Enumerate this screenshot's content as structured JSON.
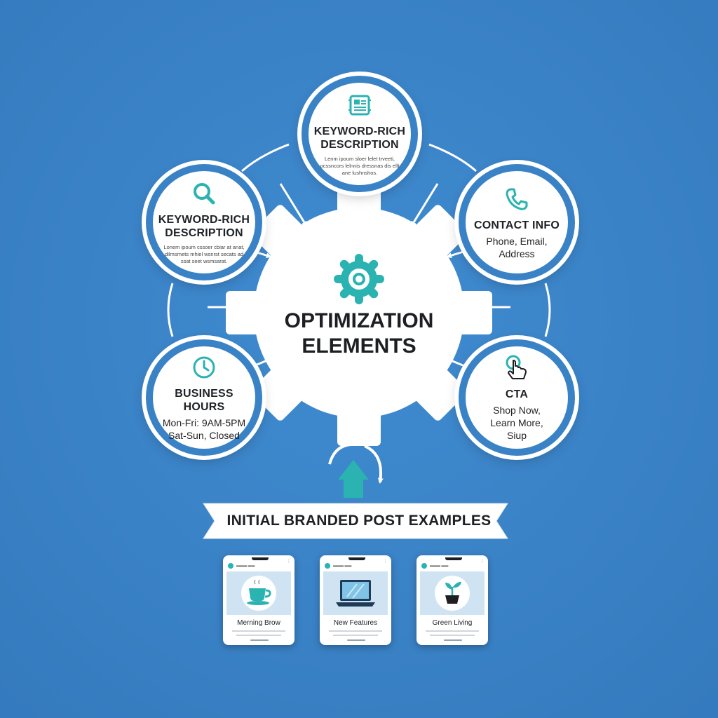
{
  "center": {
    "title": "OPTIMIZATION ELEMENTS",
    "icon": "gear-icon"
  },
  "nodes": {
    "top": {
      "icon": "document-icon",
      "title": "KEYWORD-RICH DESCRIPTION",
      "small": "Lenm ipoum sloer lelet trveeti, ocssncors lelnnis dressnas dis ellt ane lushnshos."
    },
    "left": {
      "icon": "search-icon",
      "title": "KEYWORD-RICH DESCRIPTION",
      "small": "Lonem ipoum cssoer cbiar at anat, dilmsrnets mhiel wsnrst secats ad ssat seet wsmsarat."
    },
    "right": {
      "icon": "phone-icon",
      "title": "CONTACT INFO",
      "line1": "Phone, Email,",
      "line2": "Address"
    },
    "bottom_left": {
      "icon": "clock-icon",
      "title": "BUSINESS HOURS",
      "line1": "Mon-Fri: 9AM-5PM",
      "line2": "Sat-Sun, Closed"
    },
    "bottom_right": {
      "icon": "pointer-hand-icon",
      "title": "CTA",
      "line1": "Shop Now,",
      "line2": "Learn More,",
      "line3": "Siup"
    }
  },
  "banner": {
    "text": "INITIAL BRANDED POST EXAMPLES"
  },
  "posts": [
    {
      "caption": "Merning Brow",
      "icon": "coffee-cup-icon"
    },
    {
      "caption": "New Features",
      "icon": "laptop-icon"
    },
    {
      "caption": "Green Living",
      "icon": "plant-icon"
    }
  ],
  "colors": {
    "background": "#3a82c6",
    "accent": "#2ab3b1",
    "text": "#1d1f22",
    "white": "#ffffff"
  }
}
